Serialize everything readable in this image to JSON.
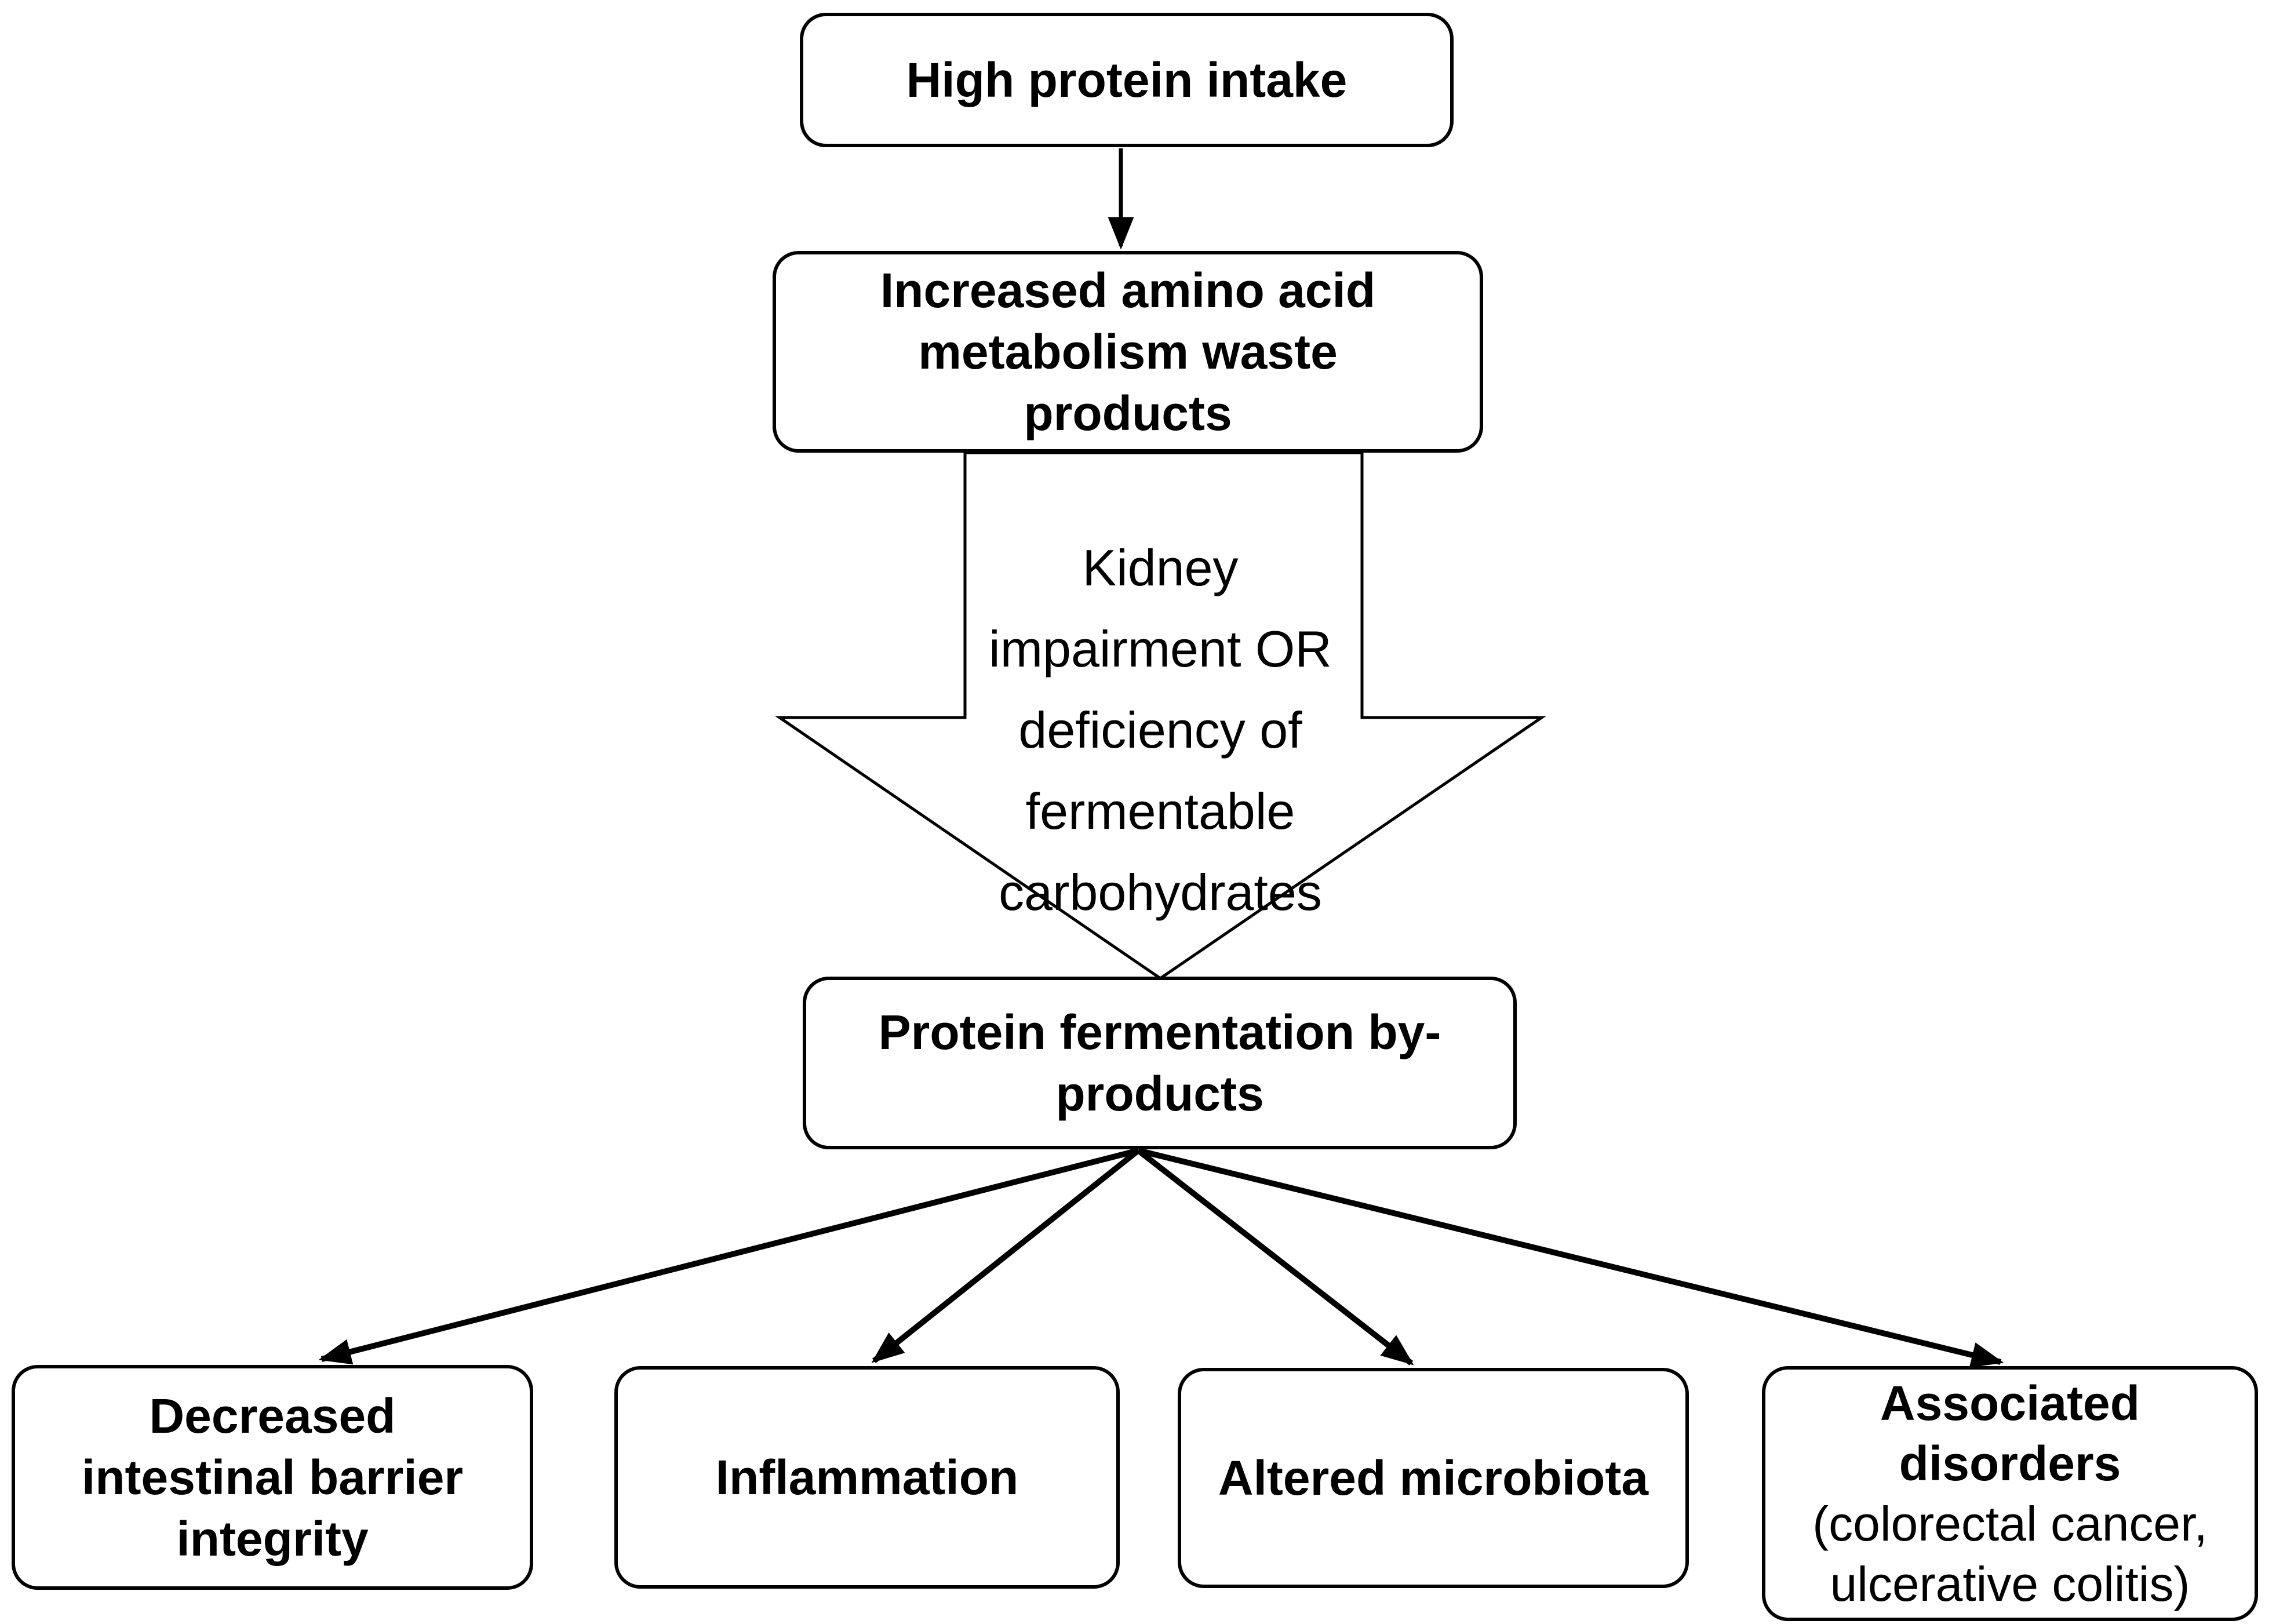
{
  "diagram": {
    "colors": {
      "stroke": "#000000",
      "fill": "#ffffff",
      "text": "#000000",
      "background": "#ffffff"
    },
    "nodes": {
      "high_protein_intake": {
        "label": "High protein intake",
        "lines": [
          "High protein intake"
        ]
      },
      "amino_acid_waste": {
        "label": "Increased amino acid metabolism waste products",
        "lines": [
          "Increased amino acid",
          "metabolism waste",
          "products"
        ]
      },
      "kidney_condition": {
        "label": "Kidney impairment OR deficiency of fermentable carbohydrates",
        "lines": [
          "Kidney",
          "impairment OR",
          "deficiency of",
          "fermentable",
          "carbohydrates"
        ]
      },
      "fermentation_byproducts": {
        "label": "Protein fermentation by-products",
        "lines": [
          "Protein fermentation by-",
          "products"
        ]
      },
      "barrier_integrity": {
        "label": "Decreased intestinal barrier integrity",
        "lines": [
          "Decreased",
          "intestinal barrier",
          "integrity"
        ]
      },
      "inflammation": {
        "label": "Inflammation",
        "lines": [
          "Inflammation"
        ]
      },
      "altered_microbiota": {
        "label": "Altered microbiota",
        "lines": [
          "Altered microbiota"
        ]
      },
      "associated_disorders": {
        "label": "Associated disorders (colorectal cancer, ulcerative colitis)",
        "bold_lines": [
          "Associated",
          "disorders"
        ],
        "plain_lines": [
          "(colorectal cancer,",
          "ulcerative colitis)"
        ]
      }
    },
    "edges": [
      {
        "from": "High protein intake",
        "to": "Increased amino acid metabolism waste products"
      },
      {
        "from": "Increased amino acid metabolism waste products",
        "to": "Protein fermentation by-products",
        "label": "Kidney impairment OR deficiency of fermentable carbohydrates"
      },
      {
        "from": "Protein fermentation by-products",
        "to": "Decreased intestinal barrier integrity"
      },
      {
        "from": "Protein fermentation by-products",
        "to": "Inflammation"
      },
      {
        "from": "Protein fermentation by-products",
        "to": "Altered microbiota"
      },
      {
        "from": "Protein fermentation by-products",
        "to": "Associated disorders (colorectal cancer, ulcerative colitis)"
      }
    ]
  }
}
